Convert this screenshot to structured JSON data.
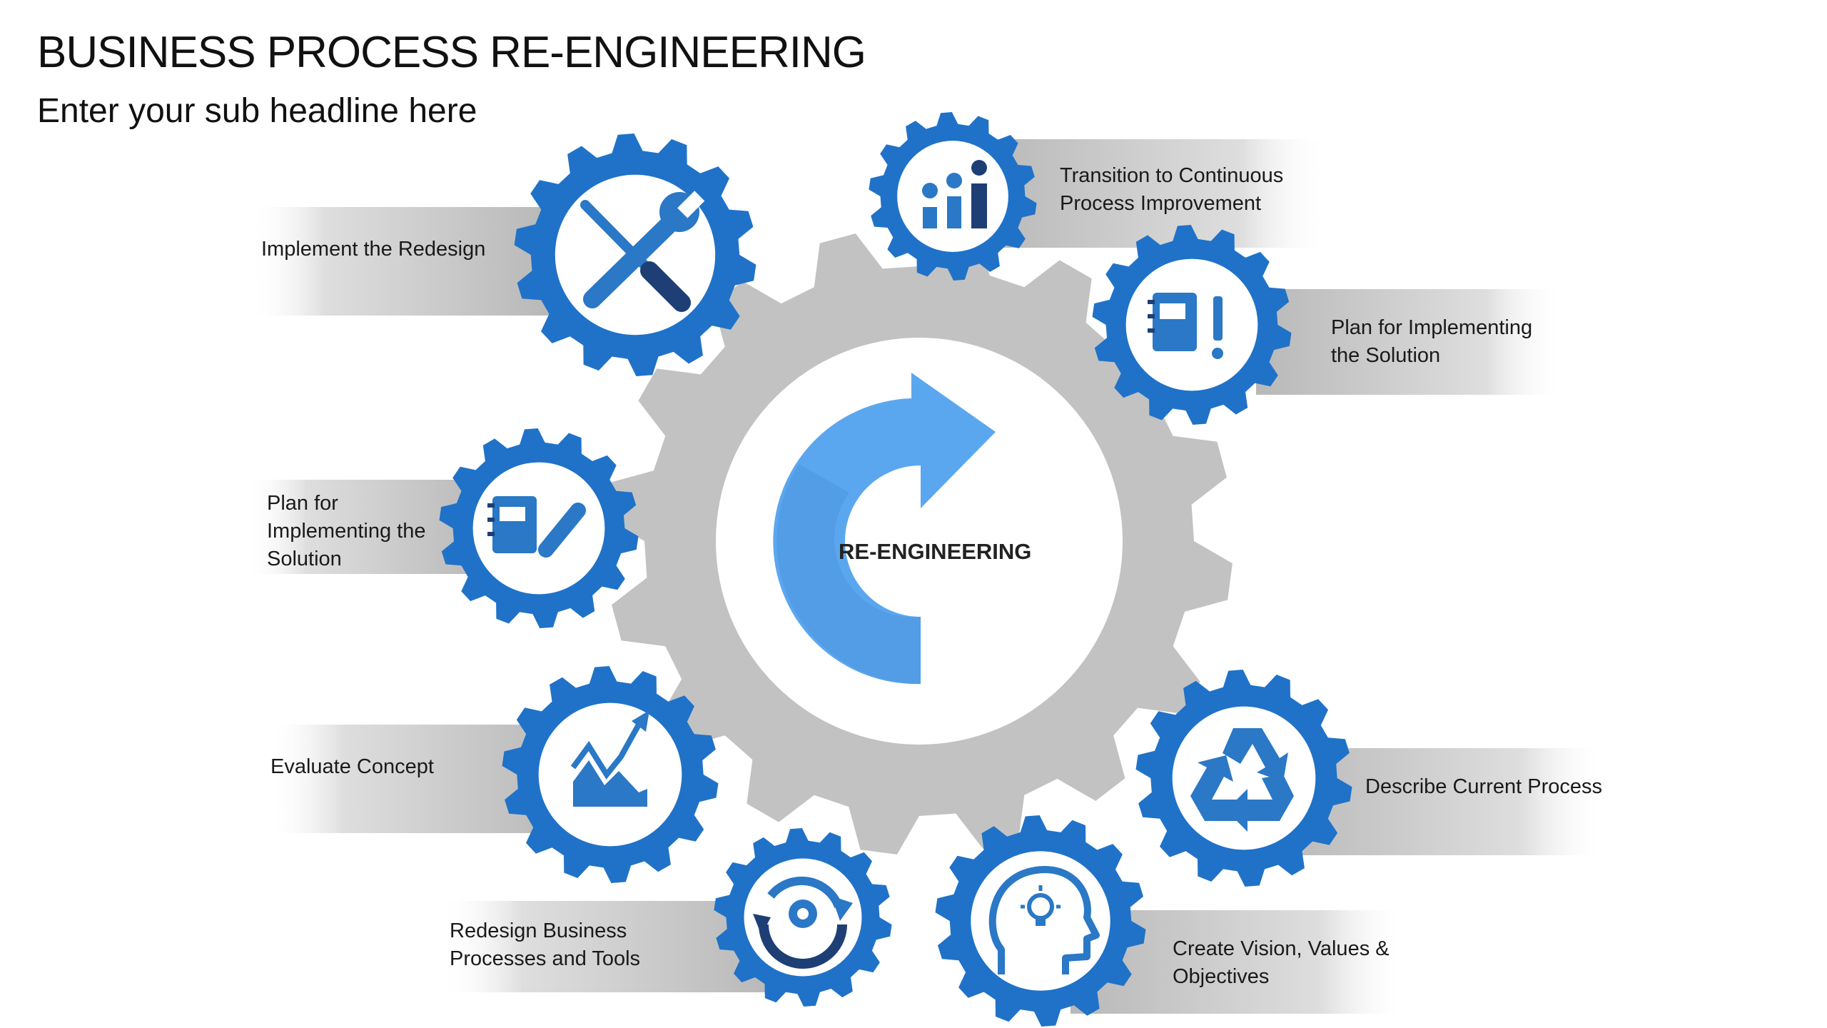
{
  "slide": {
    "title": "BUSINESS PROCESS RE-ENGINEERING",
    "subtitle": "Enter your sub headline here"
  },
  "center": {
    "label": "RE-ENGINEERING",
    "icon": "circular-arrow-icon"
  },
  "colors": {
    "gear_blue": "#1f72c8",
    "center_gear": "#c2c2c2",
    "arrow_light": "#5ba7ef",
    "arrow_dark": "#1f72c8",
    "icon_blue": "#2a78c6",
    "icon_navy": "#1d3f75"
  },
  "steps": [
    {
      "id": "implement",
      "label_lines": [
        "Implement the Redesign"
      ],
      "icon": "tools-icon"
    },
    {
      "id": "transition",
      "label_lines": [
        "Transition to Continuous",
        "Process Improvement"
      ],
      "icon": "growth-gears-icon"
    },
    {
      "id": "plan-right",
      "label_lines": [
        "Plan for Implementing",
        "the Solution"
      ],
      "icon": "notebook-alert-icon"
    },
    {
      "id": "plan-left",
      "label_lines": [
        "Plan for",
        "Implementing the",
        "Solution"
      ],
      "icon": "notebook-pencil-icon"
    },
    {
      "id": "evaluate",
      "label_lines": [
        "Evaluate Concept"
      ],
      "icon": "trend-chart-icon"
    },
    {
      "id": "describe",
      "label_lines": [
        "Describe Current Process"
      ],
      "icon": "recycle-icon"
    },
    {
      "id": "redesign",
      "label_lines": [
        "Redesign Business",
        "Processes and Tools"
      ],
      "icon": "gear-cycle-icon"
    },
    {
      "id": "vision",
      "label_lines": [
        "Create Vision, Values &",
        "Objectives"
      ],
      "icon": "head-lightbulb-icon"
    }
  ]
}
